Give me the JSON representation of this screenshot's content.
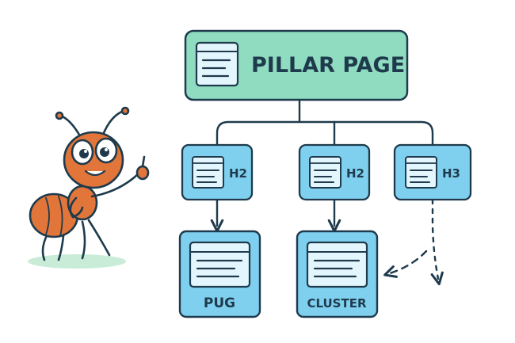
{
  "diagram": {
    "pillar": {
      "label": "PILLAR PAGE",
      "icon": "window-icon"
    },
    "sections": [
      {
        "label": "H2",
        "icon": "window-icon"
      },
      {
        "label": "H2",
        "icon": "window-icon"
      },
      {
        "label": "H3",
        "icon": "window-icon"
      }
    ],
    "pages": [
      {
        "label": "PUG",
        "icon": "window-icon"
      },
      {
        "label": "CLUSTER",
        "icon": "window-icon"
      }
    ],
    "mascot": {
      "icon": "ant-mascot-icon"
    },
    "colors": {
      "outline": "#1e3a4c",
      "pillar_fill": "#8fdcc0",
      "box_fill": "#7fd0ef",
      "icon_fill": "#e4f6fd",
      "ant_body": "#e2763a",
      "ground": "#c8ecd7"
    }
  }
}
